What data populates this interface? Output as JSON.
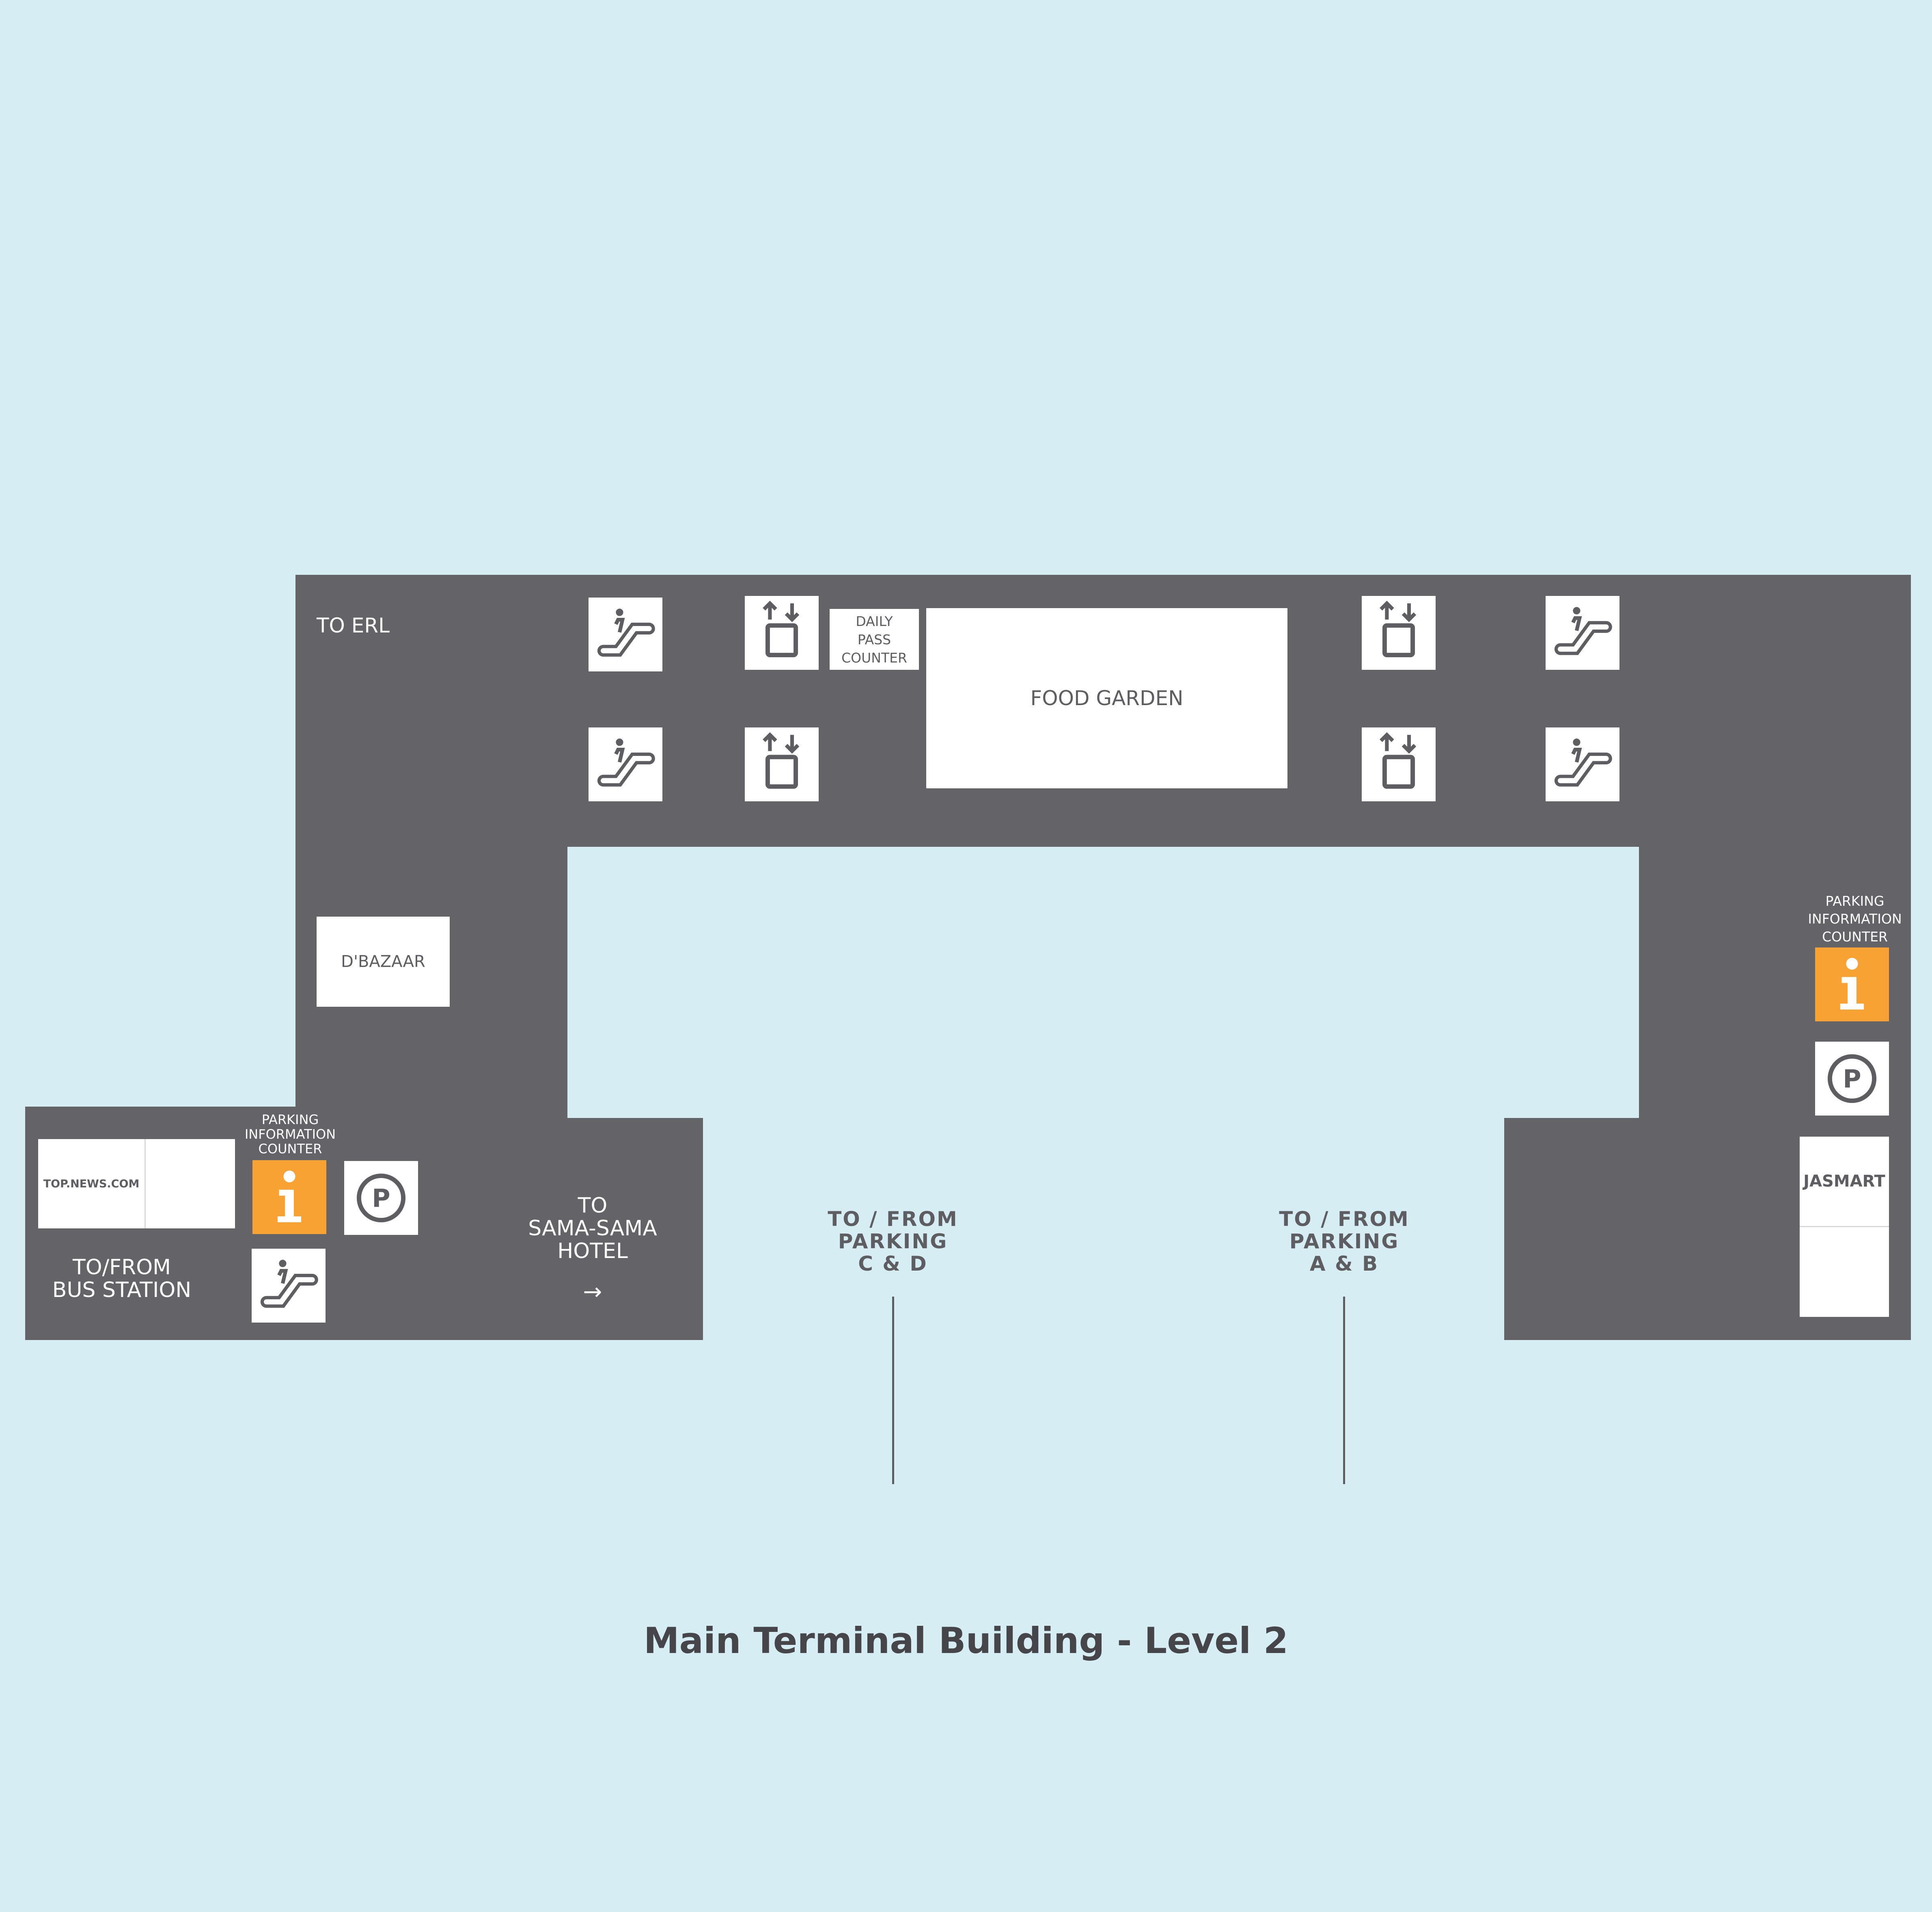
{
  "title": "Main Terminal Building - Level 2",
  "colors": {
    "background": "#d6eef3",
    "floor": "#646368",
    "unit": "#ffffff",
    "info_accent": "#f7a233",
    "text_dark": "#5d5d62"
  },
  "labels": {
    "to_erl": "TO ERL",
    "daily_pass": "DAILY\nPASS\nCOUNTER",
    "food_garden": "FOOD GARDEN",
    "dbazaar": "D'BAZAAR",
    "topnews": "TOP.NEWS.COM",
    "parking_info_left": "PARKING\nINFORMATION\nCOUNTER",
    "parking_info_right": "PARKING\nINFORMATION\nCOUNTER",
    "bus_station": "TO/FROM\nBUS STATION",
    "sama_sama": "TO\nSAMA-SAMA\nHOTEL",
    "parking_cd": "TO / FROM\nPARKING\nC & D",
    "parking_ab": "TO / FROM\nPARKING\nA & B",
    "jasmart": "JASMART",
    "arrow": "→"
  },
  "icons": {
    "escalator": "escalator-icon",
    "lift": "lift-icon",
    "info": "info-icon",
    "parking": "parking-icon"
  }
}
